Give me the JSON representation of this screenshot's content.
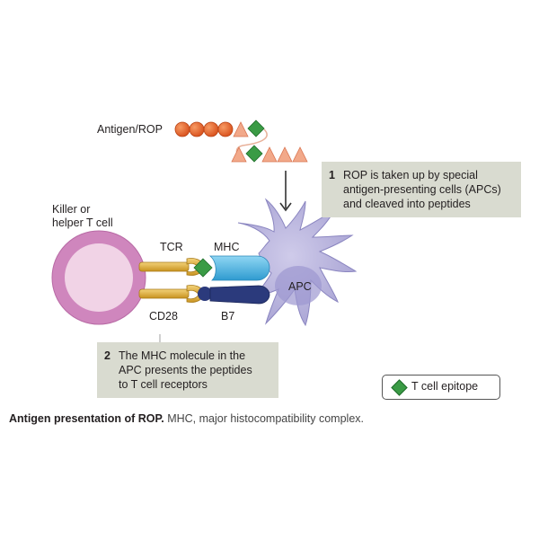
{
  "labels": {
    "antigen": "Antigen/ROP",
    "tcell_line1": "Killer or",
    "tcell_line2": "helper T cell",
    "tcr": "TCR",
    "mhc": "MHC",
    "cd28": "CD28",
    "b7": "B7",
    "apc": "APC"
  },
  "step1": {
    "number": "1",
    "lines": [
      "ROP is taken up by special",
      "antigen-presenting cells (APCs)",
      "and cleaved into peptides"
    ]
  },
  "step2": {
    "number": "2",
    "lines": [
      "The MHC molecule in the",
      "APC presents the peptides",
      "to T cell receptors"
    ]
  },
  "legend": {
    "label": "T cell epitope"
  },
  "caption": {
    "title": "Antigen presentation of ROP.",
    "text": "MHC, major histocompatibility complex."
  },
  "colors": {
    "bead": "#e8632c",
    "triangle": "#f2a98a",
    "epitope": "#3a9b45",
    "box": "#d9dbd0",
    "tcell_outer": "#cf86bd",
    "tcell_inner": "#f1d3e6",
    "apc": "#b9b5dd",
    "mhc": "#4fb8e6",
    "b7": "#2b3a7c",
    "receptor": "#e0b23a"
  }
}
